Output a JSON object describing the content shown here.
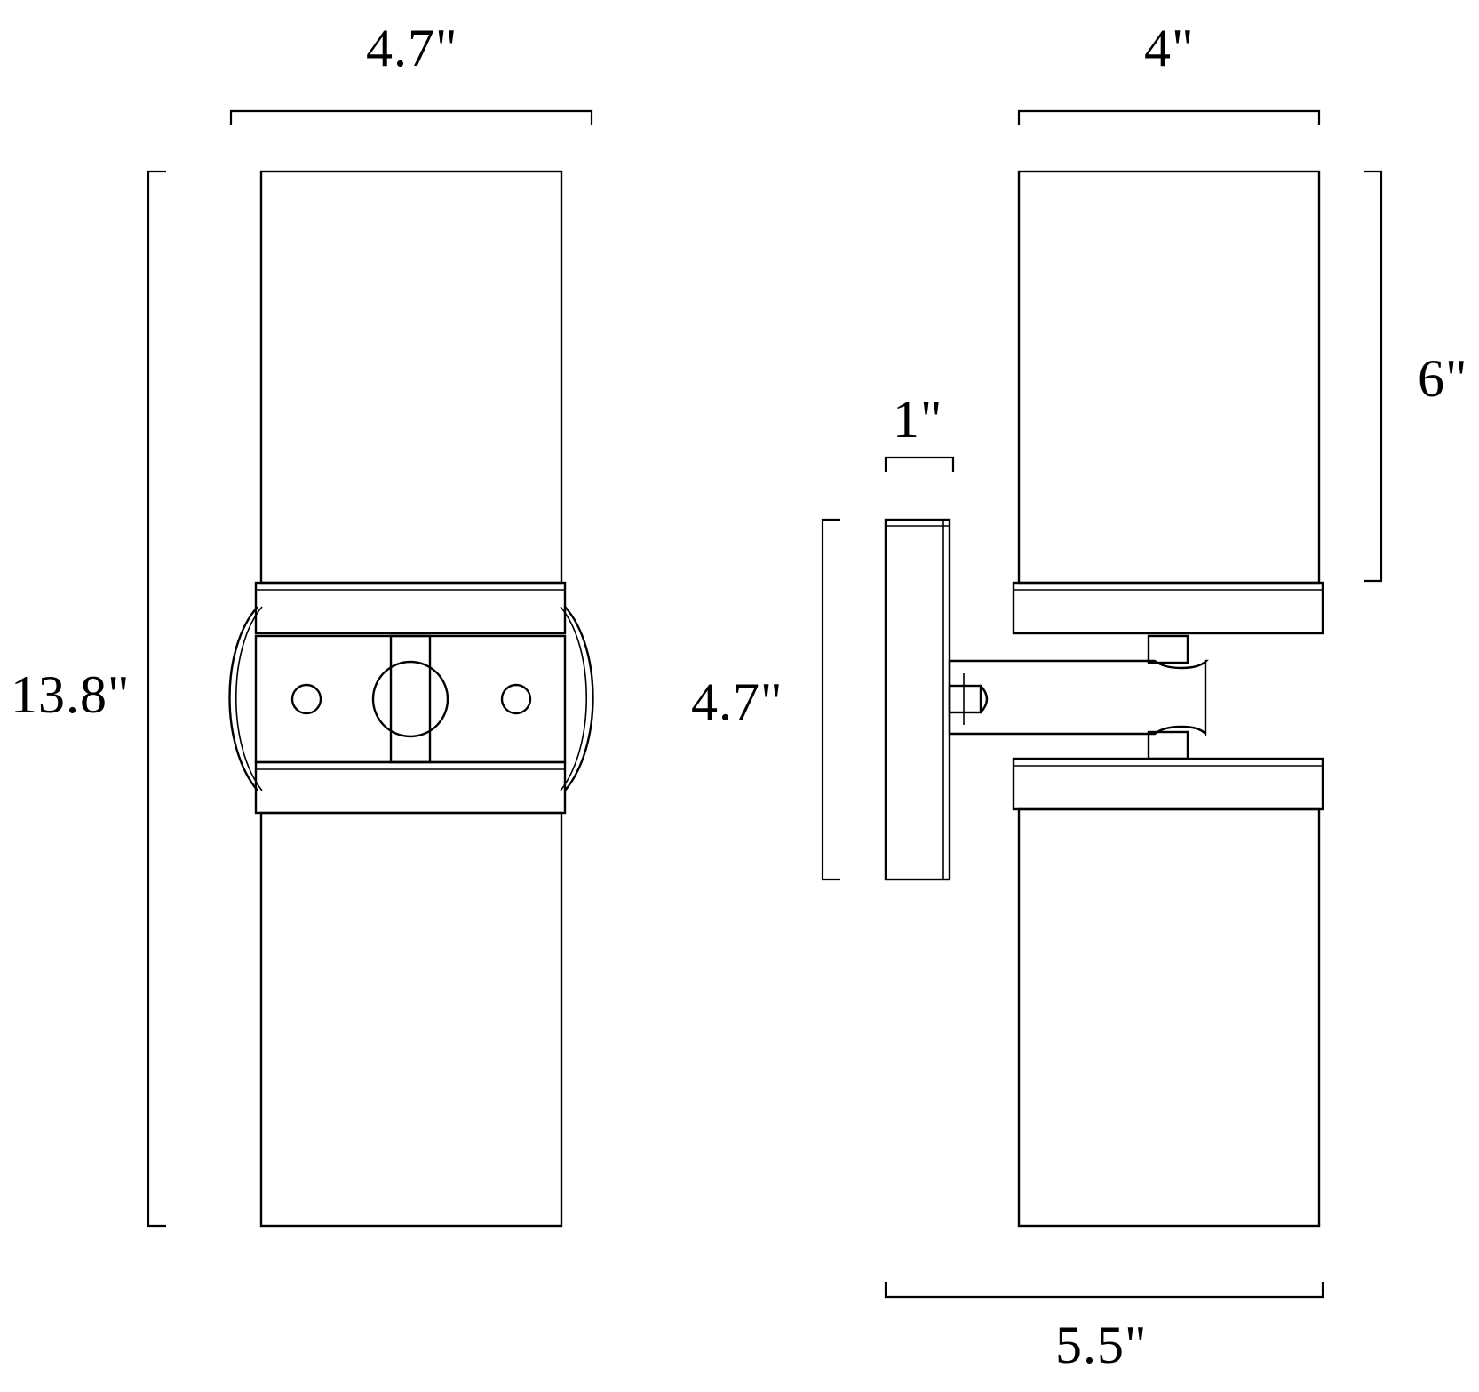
{
  "front_view": {
    "width_label": "4.7\"",
    "height_label": "13.8\""
  },
  "side_view": {
    "shade_width_label": "4\"",
    "shade_height_label": "6\"",
    "backplate_depth_label": "1\"",
    "backplate_height_label": "4.7\"",
    "projection_label": "5.5\""
  },
  "colors": {
    "line": "#000000",
    "background": "#ffffff"
  }
}
